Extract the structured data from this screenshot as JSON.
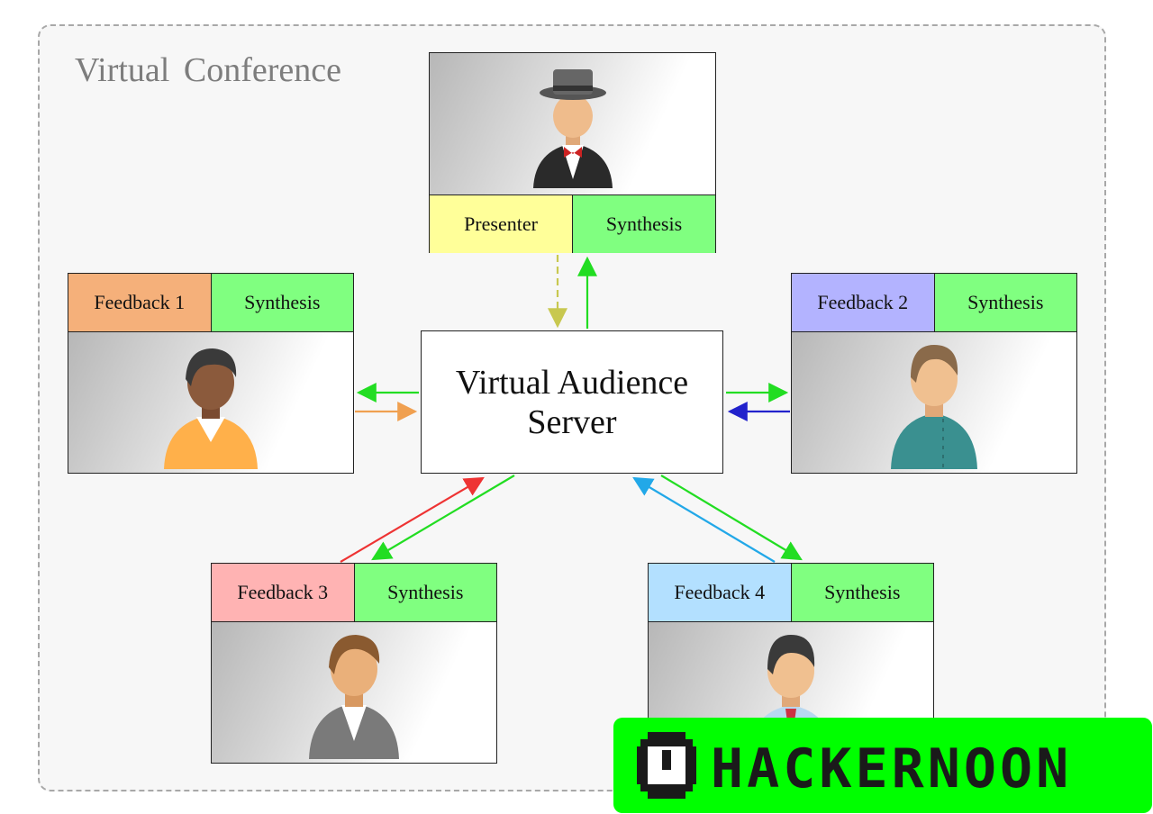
{
  "conference": {
    "title": "Virtual Conference"
  },
  "server": {
    "line1": "Virtual Audience",
    "line2": "Server"
  },
  "presenter": {
    "role": "Presenter",
    "synthesis": "Synthesis",
    "role_color": "#ffff99",
    "synthesis_color": "#80ff80"
  },
  "feedback1": {
    "role": "Feedback 1",
    "synthesis": "Synthesis",
    "role_color": "#f5b07a",
    "synthesis_color": "#80ff80"
  },
  "feedback2": {
    "role": "Feedback 2",
    "synthesis": "Synthesis",
    "role_color": "#b3b3ff",
    "synthesis_color": "#80ff80"
  },
  "feedback3": {
    "role": "Feedback 3",
    "synthesis": "Synthesis",
    "role_color": "#ffb3b3",
    "synthesis_color": "#80ff80"
  },
  "feedback4": {
    "role": "Feedback 4",
    "synthesis": "Synthesis",
    "role_color": "#b3e0ff",
    "synthesis_color": "#80ff80"
  },
  "arrow_colors": {
    "synthesis": "#22dd22",
    "presenter": "#c8c850",
    "feedback1": "#f0a050",
    "feedback2": "#2222cc",
    "feedback3": "#ee3333",
    "feedback4": "#22a8e8"
  },
  "logo": {
    "text": "HACKERNOON",
    "color": "#00ff00"
  }
}
